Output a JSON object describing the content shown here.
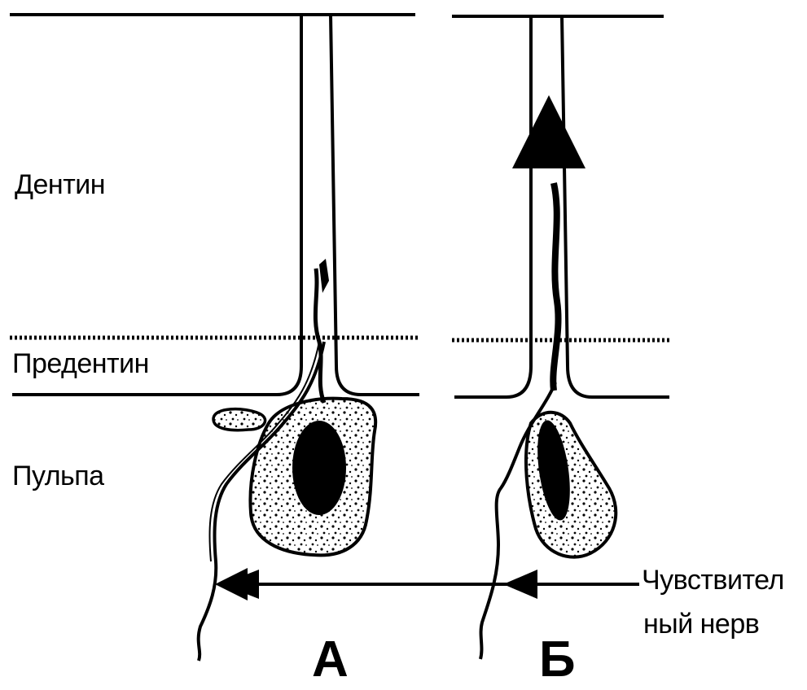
{
  "labels": {
    "dentin": "Дентин",
    "predentin": "Предентин",
    "pulp": "Пульпа",
    "nerve_line1": "Чувствител",
    "nerve_line2": "ный нерв",
    "panel_a": "А",
    "panel_b": "Б"
  },
  "colors": {
    "ink": "#000000",
    "background": "#ffffff"
  }
}
